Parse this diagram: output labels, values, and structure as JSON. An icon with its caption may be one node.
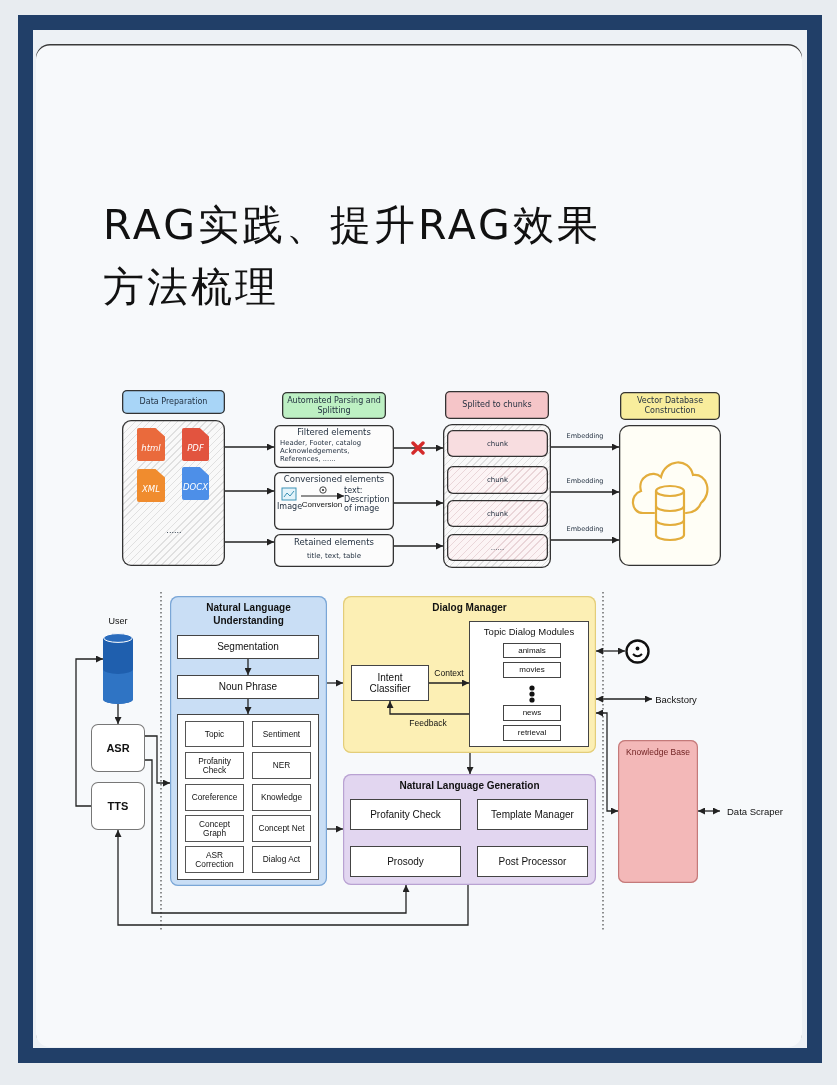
{
  "diagram": {
    "title": "RAG实践、提升RAG效果方法梳理",
    "nodes": [
      {
        "text": [
          "Data Preparation"
        ]
      },
      {
        "text": [
          "......"
        ]
      },
      {
        "text": [
          "html"
        ],
        "in": 1
      },
      {
        "text": [
          "PDF"
        ],
        "in": 1
      },
      {
        "text": [
          "XML"
        ],
        "in": 1
      },
      {
        "text": [
          "DOCX"
        ],
        "in": 1
      },
      {
        "text": [
          "Automated Parsing and Splitting"
        ]
      },
      {
        "text": [
          "Filtered elements",
          "Header, Footer, catalog Acknowledgements, References, ......"
        ]
      },
      {
        "text": [
          "Conversioned elements"
        ]
      },
      {
        "text": [
          "Image"
        ],
        "in": 8
      },
      {
        "text": [
          "text: Description of image"
        ],
        "in": 8
      },
      {
        "text": [
          "Retained elements",
          "title, text, table"
        ]
      },
      {
        "text": [
          "Splited to chunks"
        ]
      },
      {
        "text": [],
        "shape": "box"
      },
      {
        "text": [
          "chunk"
        ],
        "in": 13
      },
      {
        "text": [
          "chunk"
        ],
        "in": 13
      },
      {
        "text": [
          "chunk"
        ],
        "in": 13
      },
      {
        "text": [
          "......"
        ],
        "in": 13
      },
      {
        "text": [
          "Vector Database Construction"
        ]
      },
      {
        "text": [],
        "shape": "box"
      },
      {
        "text": [
          "User"
        ]
      },
      {
        "text": [
          "ASR"
        ]
      },
      {
        "text": [
          "TTS"
        ]
      },
      {
        "text": [
          "Natural Language Understanding"
        ]
      },
      {
        "text": [
          "Segmentation"
        ],
        "in": 23
      },
      {
        "text": [
          "Noun Phrase"
        ],
        "in": 23
      },
      {
        "text": [],
        "shape": "box",
        "in": 23
      },
      {
        "text": [
          "Topic"
        ],
        "in": 26
      },
      {
        "text": [
          "Sentiment"
        ],
        "in": 26
      },
      {
        "text": [
          "Profanity Check"
        ],
        "in": 26
      },
      {
        "text": [
          "NER"
        ],
        "in": 26
      },
      {
        "text": [
          "Coreference"
        ],
        "in": 26
      },
      {
        "text": [
          "Knowledge"
        ],
        "in": 26
      },
      {
        "text": [
          "Concept Graph"
        ],
        "in": 26
      },
      {
        "text": [
          "Concept Net"
        ],
        "in": 26
      },
      {
        "text": [
          "ASR Correction"
        ],
        "in": 26
      },
      {
        "text": [
          "Dialog Act"
        ],
        "in": 26
      },
      {
        "text": [
          "Dialog Manager"
        ]
      },
      {
        "text": [
          "Intent Classifier"
        ],
        "in": 37
      },
      {
        "text": [
          "Topic Dialog Modules"
        ],
        "in": 37
      },
      {
        "text": [
          "animals"
        ],
        "in": 39
      },
      {
        "text": [
          "movies"
        ],
        "in": 39
      },
      {
        "text": [
          "news"
        ],
        "in": 39
      },
      {
        "text": [
          "retrieval"
        ],
        "in": 39
      },
      {
        "text": [
          "Natural Language Generation"
        ]
      },
      {
        "text": [
          "Profanity Check"
        ],
        "in": 44
      },
      {
        "text": [
          "Template Manager"
        ],
        "in": 44
      },
      {
        "text": [
          "Prosody"
        ],
        "in": 44
      },
      {
        "text": [
          "Post Processor"
        ],
        "in": 44
      },
      {
        "text": [],
        "shape": "picture"
      },
      {
        "text": [
          "Backstory"
        ]
      },
      {
        "text": [
          "Knowledge Base"
        ]
      },
      {
        "text": [
          "Data Scraper"
        ]
      }
    ],
    "edges": [
      {
        "from": 1,
        "to": 7,
        "arrow": "to"
      },
      {
        "from": 1,
        "to": 8,
        "arrow": "to"
      },
      {
        "from": 1,
        "to": 11,
        "arrow": "to"
      },
      {
        "from": 7,
        "to": 13,
        "arrow": "to"
      },
      {
        "from": 8,
        "to": 13,
        "arrow": "to"
      },
      {
        "from": 11,
        "to": 13,
        "arrow": "to"
      },
      {
        "from": 13,
        "to": 19,
        "arrow": "to",
        "label": "Embedding"
      },
      {
        "from": 13,
        "to": 19,
        "arrow": "to",
        "label": "Embedding"
      },
      {
        "from": 13,
        "to": 19,
        "arrow": "to",
        "label": "Embedding"
      },
      {
        "from": 20,
        "to": 21,
        "arrow": "to"
      },
      {
        "from": 22,
        "to": 20,
        "arrow": "to"
      },
      {
        "from": 21,
        "to": 23,
        "arrow": "to"
      },
      {
        "from": 21,
        "to": 44,
        "arrow": "to"
      },
      {
        "from": 44,
        "to": 22,
        "arrow": "to"
      },
      {
        "from": 24,
        "to": 25,
        "arrow": "to"
      },
      {
        "from": 25,
        "to": 26,
        "arrow": "to"
      },
      {
        "from": 23,
        "to": 37,
        "arrow": "to"
      },
      {
        "from": 23,
        "to": 44,
        "arrow": "to"
      },
      {
        "from": 38,
        "to": 39,
        "arrow": "to",
        "label": "Context"
      },
      {
        "from": 39,
        "to": 38,
        "arrow": "to",
        "label": "Feedback"
      },
      {
        "from": 37,
        "to": 44,
        "arrow": "to"
      },
      {
        "from": 37,
        "to": 49,
        "arrow": "both"
      },
      {
        "from": 37,
        "to": 50,
        "arrow": "both"
      },
      {
        "from": 37,
        "to": 51,
        "arrow": "both"
      },
      {
        "from": 51,
        "to": 52,
        "arrow": "both"
      },
      {
        "from": 9,
        "to": 10,
        "arrow": "to",
        "label": "Conversion"
      }
    ]
  }
}
